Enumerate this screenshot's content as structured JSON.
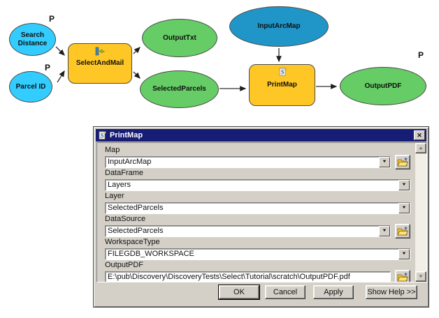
{
  "diagram": {
    "nodes": [
      {
        "id": "search-distance",
        "label": "Search Distance",
        "type": "input-parameter",
        "param_marker": "P"
      },
      {
        "id": "parcel-id",
        "label": "Parcel ID",
        "type": "input-parameter",
        "param_marker": "P"
      },
      {
        "id": "select-and-mail",
        "label": "SelectAndMail",
        "type": "model-tool"
      },
      {
        "id": "output-txt",
        "label": "OutputTxt",
        "type": "output-data"
      },
      {
        "id": "selected-parcels",
        "label": "SelectedParcels",
        "type": "output-data"
      },
      {
        "id": "input-arcmap",
        "label": "InputArcMap",
        "type": "input-data"
      },
      {
        "id": "print-map",
        "label": "PrintMap",
        "type": "script-tool"
      },
      {
        "id": "output-pdf",
        "label": "OutputPDF",
        "type": "output-data",
        "param_marker": "P"
      }
    ],
    "colors": {
      "input_parameter": "#33CCFF",
      "input_data": "#2095C8",
      "output_data": "#66CC66",
      "tool": "#FFC726",
      "connector": "#303030"
    }
  },
  "dialog": {
    "title": "PrintMap",
    "titlebar_color": "#171C75",
    "fields": [
      {
        "label": "Map",
        "value": "InputArcMap",
        "control": "combobox",
        "browse": true
      },
      {
        "label": "DataFrame",
        "value": "Layers",
        "control": "combobox",
        "browse": false
      },
      {
        "label": "Layer",
        "value": "SelectedParcels",
        "control": "combobox",
        "browse": false
      },
      {
        "label": "DataSource",
        "value": "SelectedParcels",
        "control": "combobox",
        "browse": true
      },
      {
        "label": "WorkspaceType",
        "value": "FILEGDB_WORKSPACE",
        "control": "combobox",
        "browse": false
      },
      {
        "label": "OutputPDF",
        "value": "E:\\pub\\Discovery\\DiscoveryTests\\Select\\Tutorial\\scratch\\OutputPDF.pdf",
        "control": "textbox",
        "browse": true
      }
    ],
    "buttons": [
      {
        "label": "OK",
        "default": true
      },
      {
        "label": "Cancel",
        "default": false
      },
      {
        "label": "Apply",
        "default": false
      },
      {
        "label": "Show Help >>",
        "default": false
      }
    ]
  },
  "icons": {
    "close": "✕",
    "dropdown": "▼",
    "scroll_up": "▲",
    "scroll_down": "▼"
  }
}
